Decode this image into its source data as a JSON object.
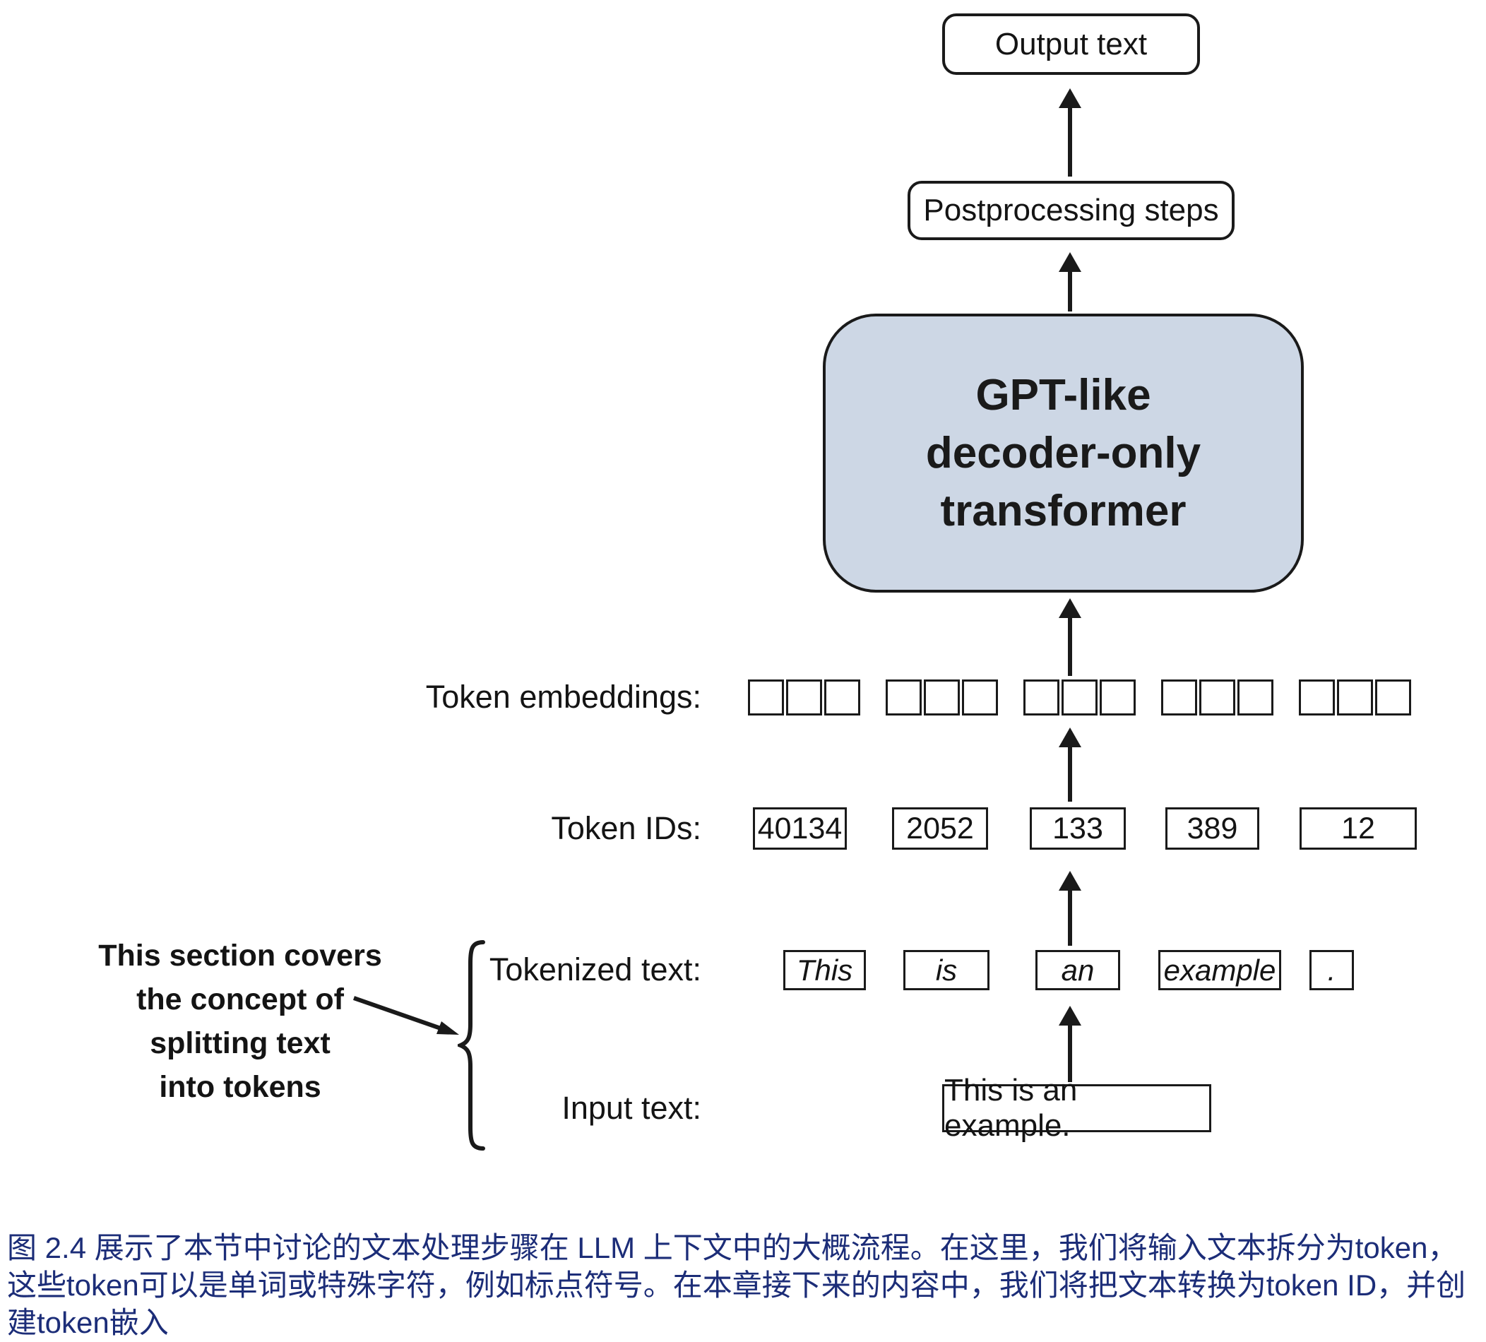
{
  "flow": {
    "output_box": "Output text",
    "postprocessing_box": "Postprocessing steps",
    "transformer": {
      "line1": "GPT-like",
      "line2": "decoder-only",
      "line3": "transformer"
    }
  },
  "rows": {
    "token_embeddings": {
      "label": "Token embeddings:"
    },
    "token_ids": {
      "label": "Token IDs:",
      "values": [
        "40134",
        "2052",
        "133",
        "389",
        "12"
      ]
    },
    "tokenized_text": {
      "label": "Tokenized text:",
      "tokens": [
        "This",
        "is",
        "an",
        "example",
        "."
      ]
    },
    "input_text": {
      "label": "Input text:",
      "value": "This is an example."
    }
  },
  "annotation": {
    "line1": "This section covers",
    "line2": "the concept of",
    "line3": "splitting text",
    "line4": "into tokens"
  },
  "caption": "图 2.4 展示了本节中讨论的文本处理步骤在 LLM 上下文中的大概流程。在这里，我们将输入文本拆分为token，这些token可以是单词或特殊字符，例如标点符号。在本章接下来的内容中，我们将把文本转换为token ID，并创建token嵌入",
  "colors": {
    "transformer_fill": "#cdd7e5",
    "caption": "#1c2d78",
    "stroke": "#1a1a1a"
  }
}
